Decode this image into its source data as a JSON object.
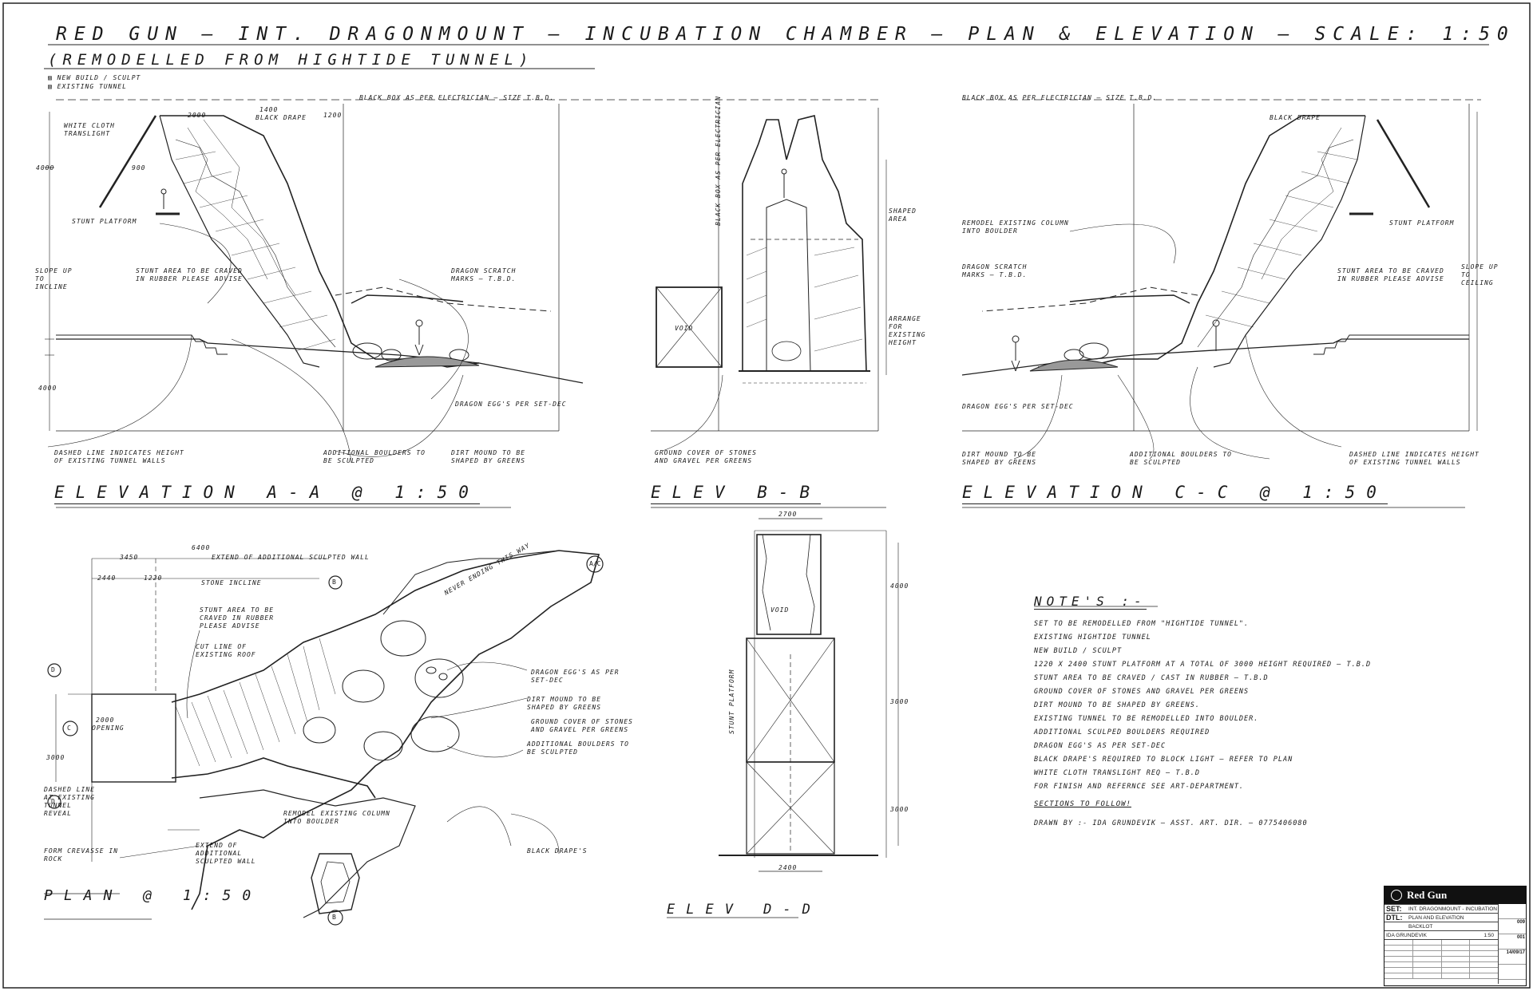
{
  "header": {
    "title": "RED GUN — INT. DRAGONMOUNT — INCUBATION CHAMBER — PLAN & ELEVATION — SCALE: 1:50",
    "subtitle": "(REMODELLED FROM HIGHTIDE TUNNEL)",
    "legend_new": "NEW BUILD / SCULPT",
    "legend_existing": "EXISTING TUNNEL"
  },
  "elevation_aa": {
    "title": "ELEVATION A-A @ 1:50",
    "labels": {
      "black_box": "BLACK BOX AS PER ELECTRICIAN — SIZE T.B.D.",
      "white_cloth": "WHITE CLOTH TRANSLIGHT",
      "black_drape": "BLACK DRAPE",
      "stunt_platform": "STUNT PLATFORM",
      "stunt_area": "STUNT AREA TO BE CRAVED IN RUBBER PLEASE ADVISE",
      "dragon_scratch": "DRAGON SCRATCH MARKS — T.B.D.",
      "dragon_eggs": "DRAGON EGG'S PER SET-DEC",
      "dashed_line": "DASHED LINE INDICATES HEIGHT OF EXISTING TUNNEL WALLS",
      "additional_boulders": "ADDITIONAL BOULDERS TO BE SCULPTED",
      "dirt_mound": "DIRT MOUND TO BE SHAPED BY GREENS",
      "slope": "SLOPE UP TO INCLINE"
    },
    "dims": {
      "d2000": "2000",
      "d1400": "1400",
      "d1200": "1200",
      "d4000": "4000",
      "d900": "900",
      "d4000b": "4000"
    }
  },
  "elevation_bb": {
    "title": "ELEV B-B",
    "labels": {
      "black_box_v": "BLACK BOX AS PER ELECTRICIAN",
      "shaped_area": "SHAPED AREA",
      "arrange": "ARRANGE FOR EXISTING HEIGHT",
      "ground_cover": "GROUND COVER OF STONES AND GRAVEL PER GREENS",
      "void": "VOID"
    }
  },
  "elevation_cc": {
    "title": "ELEVATION C-C @ 1:50",
    "labels": {
      "black_box": "BLACK BOX AS PER ELECTRICIAN — SIZE T.B.D.",
      "black_drape": "BLACK DRAPE",
      "remodel": "REMODEL EXISTING COLUMN INTO BOULDER",
      "dragon_scratch": "DRAGON SCRATCH MARKS — T.B.D.",
      "stunt_platform": "STUNT PLATFORM",
      "stunt_area": "STUNT AREA TO BE CRAVED IN RUBBER PLEASE ADVISE",
      "dragon_eggs": "DRAGON EGG'S PER SET-DEC",
      "dirt_mound": "DIRT MOUND TO BE SHAPED BY GREENS",
      "additional_boulders": "ADDITIONAL BOULDERS TO BE SCULPTED",
      "dashed_line": "DASHED LINE INDICATES HEIGHT OF EXISTING TUNNEL WALLS",
      "slope": "SLOPE UP TO CEILING"
    }
  },
  "plan": {
    "title": "PLAN @ 1:50",
    "labels": {
      "stunt_area": "STUNT AREA TO BE CRAVED IN RUBBER PLEASE ADVISE",
      "cut_line": "CUT LINE OF EXISTING ROOF",
      "dragon_eggs": "DRAGON EGG'S AS PER SET-DEC",
      "dirt_mound": "DIRT MOUND TO BE SHAPED BY GREENS",
      "ground_cover": "GROUND COVER OF STONES AND GRAVEL PER GREENS",
      "additional_boulders": "ADDITIONAL BOULDERS TO BE SCULPTED",
      "remodel": "REMODEL EXISTING COLUMN INTO BOULDER",
      "black_drapes": "BLACK DRAPE'S",
      "dashed_line": "DASHED LINE AT EXISTING TUNNEL REVEAL",
      "form_crevasse": "FORM CREVASSE IN ROCK",
      "never_ending": "NEVER ENDING THIS WAY",
      "extend_wall": "EXTEND OF ADDITIONAL SCULPTED WALL",
      "stone_incline": "STONE INCLINE",
      "extend_wall_b": "EXTEND OF ADDITIONAL SCULPTED WALL",
      "opening": "OPENING"
    },
    "dims": {
      "d6400": "6400",
      "d3450": "3450",
      "d2440": "2440",
      "d1220": "1220",
      "d2000": "2000",
      "d3000": "3000"
    },
    "markers": {
      "a": "A",
      "b": "B",
      "c": "C",
      "d": "D",
      "ac": "A/C"
    }
  },
  "elevation_dd": {
    "title": "ELEV D-D",
    "labels": {
      "stunt_platform": "STUNT PLATFORM",
      "void": "VOID"
    },
    "dims": {
      "top": "2700",
      "bottom": "2400",
      "h1": "4000",
      "h2": "3000",
      "h3": "3000"
    }
  },
  "notes": {
    "title": "NOTE'S :-",
    "items": [
      "SET TO BE REMODELLED FROM \"HIGHTIDE TUNNEL\".",
      "EXISTING HIGHTIDE TUNNEL",
      "NEW BUILD / SCULPT",
      "1220 x 2400 STUNT PLATFORM AT A TOTAL OF 3000 HEIGHT REQUIRED — T.B.D",
      "STUNT AREA TO BE CRAVED / CAST IN RUBBER — T.B.D",
      "GROUND COVER OF STONES AND GRAVEL PER GREENS",
      "DIRT MOUND TO BE SHAPED BY GREENS.",
      "EXISTING TUNNEL TO BE REMODELLED INTO BOULDER.",
      "ADDITIONAL SCULPED BOULDERS REQUIRED",
      "DRAGON EGG'S AS PER SET-DEC",
      "BLACK DRAPE'S REQUIRED TO BLOCK LIGHT — REFER TO PLAN",
      "WHITE CLOTH TRANSLIGHT REQ — T.B.D",
      "FOR FINISH AND REFERNCE SEE ART-DEPARTMENT."
    ],
    "sections": "SECTIONS TO FOLLOW!",
    "drawn_by": "DRAWN BY :- IDA GRUNDEVIK — ASST. ART. DIR. — 0775406080"
  },
  "title_block": {
    "logo": "Red Gun",
    "set_key": "SET:",
    "set_value": "INT. DRAGONMOUNT - INCUBATION CHAMBER",
    "dtl_key": "DTL:",
    "dtl_value": "PLAN AND ELEVATION",
    "location": "BACKLOT",
    "drawn": "IDA GRUNDEVIK",
    "scale": "1:50",
    "sheet_a": "009",
    "sheet_b": "001",
    "date": "14/09/17"
  },
  "colors": {
    "ink": "#1a1a1a",
    "paper": "#ffffff",
    "rock": "#555555"
  }
}
